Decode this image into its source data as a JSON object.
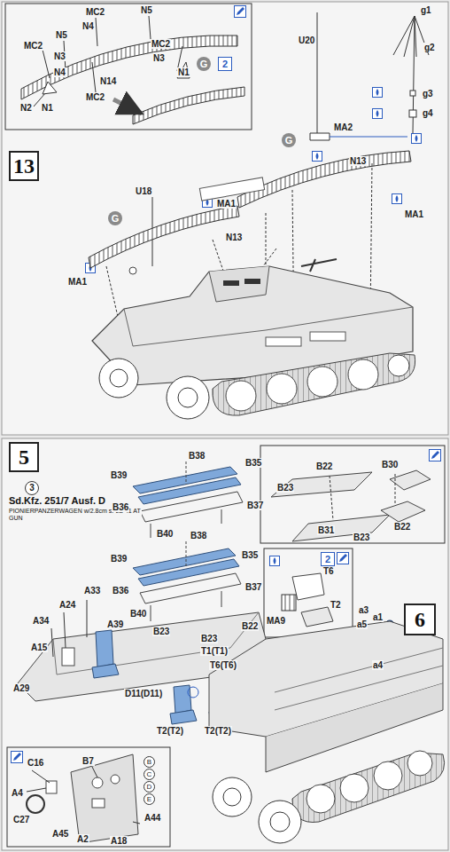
{
  "diagram": {
    "nodes": [
      {
        "text": [
          "13"
        ]
      },
      {
        "text": [
          "5"
        ]
      },
      {
        "text": [
          "6"
        ]
      }
    ],
    "labels": [
      "MC2",
      "N5",
      "N4",
      "MC2",
      "N5",
      "N3",
      "MC2",
      "N3",
      "N1",
      "N14",
      "N4",
      "MC2",
      "N2",
      "N1",
      "G",
      "2",
      "g1",
      "U20",
      "g2",
      "g3",
      "g4",
      "MA2",
      "G",
      "N13",
      "MA1",
      "U18",
      "MA1",
      "G",
      "N13",
      "MA1",
      "3",
      "Sd.Kfz. 251/7 Ausf. D",
      "PIONIERPANZERWAGEN w/2.8cm sPzB 41 AT GUN",
      "B38",
      "B39",
      "B35",
      "B36",
      "B40",
      "B37",
      "B38",
      "B39",
      "B35",
      "B36",
      "B37",
      "B40",
      "B23",
      "B22",
      "A24",
      "A33",
      "A34",
      "A39",
      "A15",
      "A29",
      "D11(D11)",
      "B23",
      "T1(T1)",
      "T6(T6)",
      "T2(T2)",
      "T2(T2)",
      "B22",
      "B30",
      "B23",
      "B31",
      "B22",
      "B23",
      "T6",
      "T2",
      "MA9",
      "2",
      "a3",
      "a1",
      "a5",
      "a4",
      "C16",
      "B7",
      "B",
      "C",
      "D",
      "E",
      "A4",
      "C27",
      "A45",
      "A2",
      "A18",
      "A44"
    ]
  }
}
